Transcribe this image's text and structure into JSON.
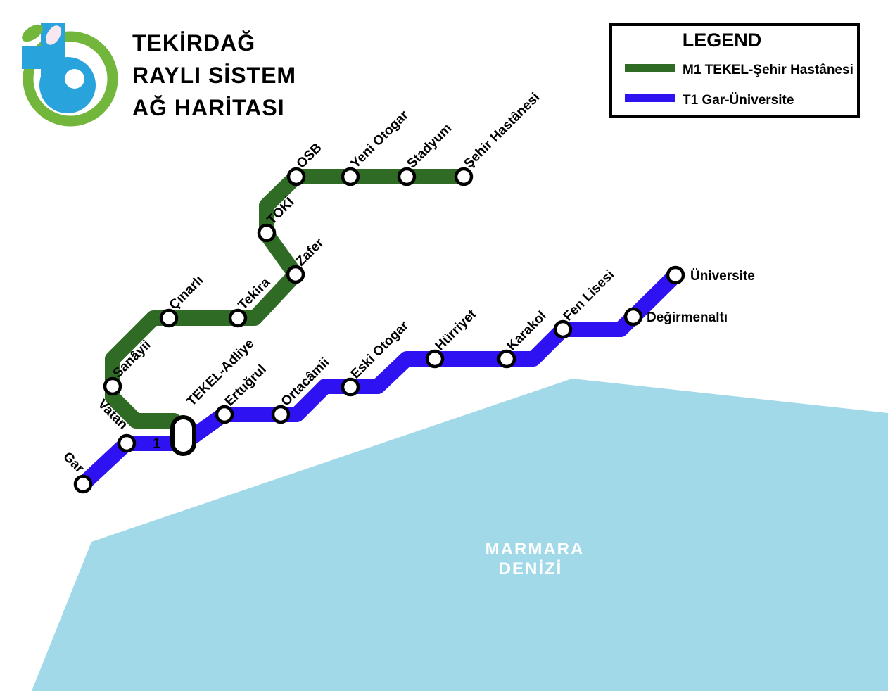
{
  "title": {
    "line1": "TEKİRDAĞ",
    "line2": "RAYLI SİSTEM",
    "line3": "AĞ HARİTASI"
  },
  "legend": {
    "title": "LEGEND",
    "items": [
      {
        "id": "M1",
        "label": "M1 TEKEL-Şehir Hastânesi",
        "color": "#2f6b25"
      },
      {
        "id": "T1",
        "label": "T1 Gar-Üniversite",
        "color": "#2f12f2"
      }
    ]
  },
  "sea": {
    "name_line1": "MARMARA",
    "name_line2": "DENİZİ",
    "color": "#a2d9e9"
  },
  "lines": {
    "m1": {
      "color": "#2f6b25",
      "stations": [
        "TEKEL-Adliye",
        "Sanâyii",
        "Çınarlı",
        "Tekira",
        "Zafer",
        "TOKİ",
        "OSB",
        "Yeni Otogar",
        "Stadyum",
        "Şehir Hastânesi"
      ]
    },
    "t1": {
      "color": "#2f12f2",
      "line_number_on_map": "1",
      "stations": [
        "Gar",
        "Vatan",
        "TEKEL-Adliye",
        "Ertuğrul",
        "Ortacâmii",
        "Eski Otogar",
        "Hürriyet",
        "Karakol",
        "Fen Lisesi",
        "Değirmenaltı",
        "Üniversite"
      ]
    }
  },
  "logo": {
    "green": "#72b63c",
    "blue": "#29a3dc",
    "pink": "#f8e7f0"
  }
}
